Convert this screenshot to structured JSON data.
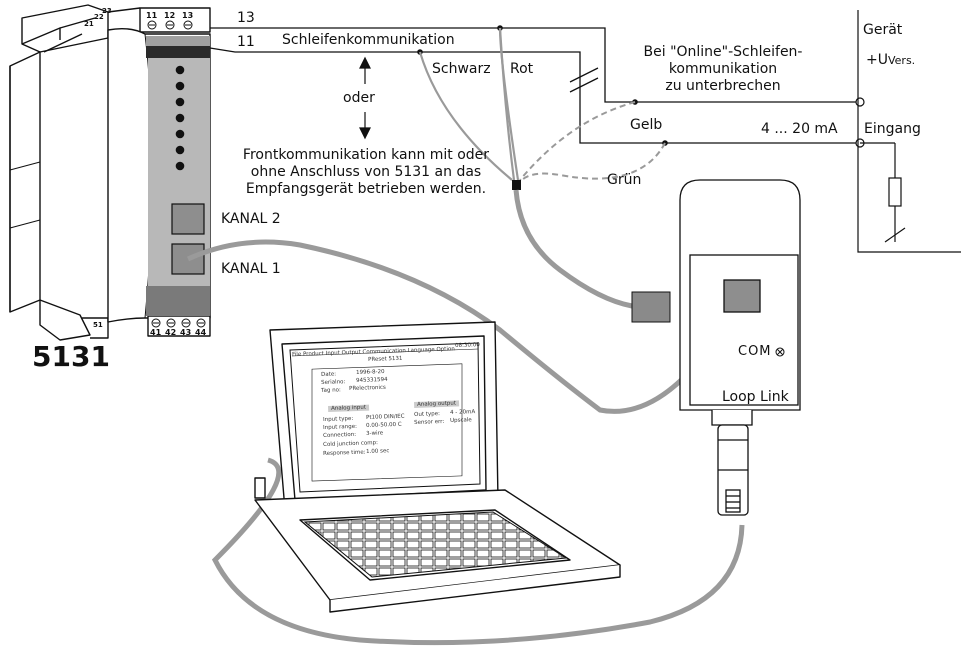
{
  "device": {
    "model": "5131",
    "terminals_top": [
      "11",
      "12",
      "13"
    ],
    "terminals_bottom": [
      "41",
      "42",
      "43",
      "44"
    ],
    "left_terminals": [
      "21",
      "22",
      "23"
    ],
    "bottom_left_terminal": "51",
    "channel_2": "KANAL 2",
    "channel_1": "KANAL 1",
    "led_count": 7
  },
  "wires": {
    "wire_13": "13",
    "wire_11": "11",
    "loop_comm": "Schleifenkommunikation",
    "black": "Schwarz",
    "red": "Rot",
    "yellow": "Gelb",
    "green": "Grün"
  },
  "notes": {
    "or": "oder",
    "front_comm": [
      "Frontkommunikation kann mit oder",
      "ohne Anschluss von 5131 an das",
      "Empfangsgerät betrieben werden."
    ],
    "online_loop": [
      "Bei \"Online\"-Schleifen-",
      "kommunikation",
      "zu unterbrechen"
    ]
  },
  "receiver": {
    "title": "Gerät",
    "supply_prefix": "+U",
    "supply_sub": "Vers.",
    "input": "Eingang",
    "current_range": "4 ... 20 mA"
  },
  "looplink": {
    "com": "COM",
    "name": "Loop Link"
  },
  "laptop_screen": {
    "menu": "File Product Input Output Communication Language Option",
    "clock": "08:30:00",
    "title": "PReset 5131",
    "date_label": "Date:",
    "date_value": "1996-8-20",
    "serial_label": "Serialno:",
    "serial_value": "945331594",
    "tag_label": "Tag no:",
    "tag_value": "PRelectronics",
    "analog_input": "Analog input",
    "analog_output": "Analog output",
    "input_type_label": "Input type:",
    "input_type_value": "Pt100 DIN/IEC",
    "input_range_label": "Input range:",
    "input_range_value": "0.00-50.00 C",
    "connection_label": "Connection:",
    "connection_value": "3-wire",
    "cjc_label": "Cold junction comp:",
    "response_label": "Response time:",
    "response_value": "1.00 sec",
    "out_type_label": "Out type:",
    "out_type_value": "4 - 20mA",
    "sensor_err_label": "Sensor err:",
    "sensor_err_value": "Upscale"
  }
}
